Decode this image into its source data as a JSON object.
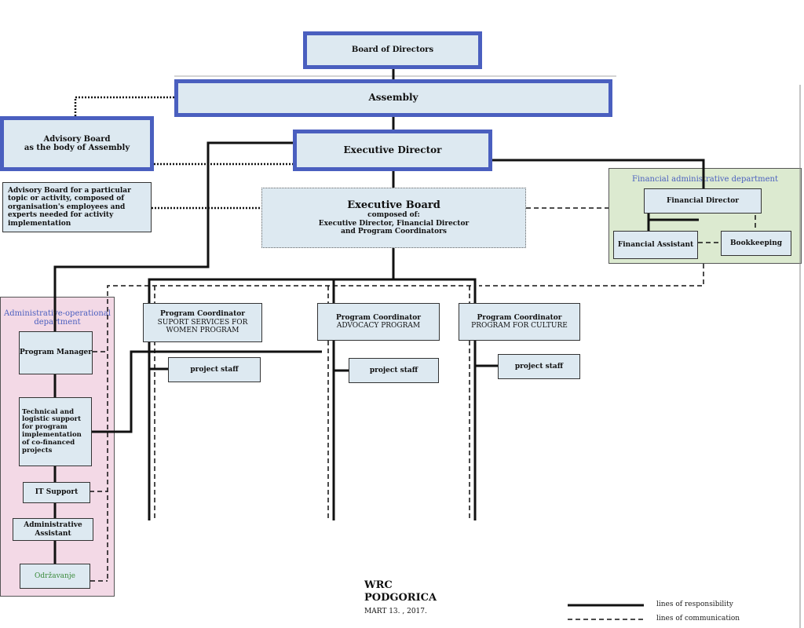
{
  "boxes": {
    "board": "Board of Directors",
    "assembly": "Assembly",
    "advisory_body_line1": "Advisory Board",
    "advisory_body_line2": "as the body of Assembly",
    "executive_director": "Executive Director",
    "advisory_topic": "Advisory Board for a particular topic or activity, composed of organisation's employees and experts needed for activity implementation",
    "executive_board_title": "Executive Board",
    "executive_board_line1": "composed of:",
    "executive_board_line2": "Executive Director, Financial Director",
    "executive_board_line3": "and Program Coordinators"
  },
  "financial_department": {
    "title": "Financial administrative department",
    "financial_director": "Financial Director",
    "financial_assistant": "Financial Assistant",
    "bookkeeping": "Bookkeeping"
  },
  "admin_department": {
    "title": "Administrative-operational department",
    "program_manager": "Program Manager",
    "technical_support": "Technical and logistic support for program implementation of co-financed projects",
    "it_support": "IT Support",
    "admin_assistant": "Administrative Assistant",
    "maintenance": "Održavanje"
  },
  "coordinators": [
    {
      "line1": "Program Coordinator",
      "line2": "SUPORT SERVICES FOR WOMEN PROGRAM",
      "staff": "project staff"
    },
    {
      "line1": "Program Coordinator",
      "line2": "ADVOCACY PROGRAM",
      "staff": "project staff"
    },
    {
      "line1": "Program Coordinator",
      "line2": "PROGRAM FOR CULTURE",
      "staff": "project staff"
    }
  ],
  "footer": {
    "org_line1": "WRC",
    "org_line2": "PODGORICA",
    "date": "MART 13. , 2017."
  },
  "legend": {
    "responsibility": "lines of responsibility",
    "communication": "lines of communication"
  },
  "colors": {
    "heavy_border": "#4a5fbf",
    "box_fill": "#dde9f1",
    "finance_fill": "#dcead0",
    "admin_fill": "#f3d9e6",
    "maintenance_text": "#3a8a3a"
  }
}
